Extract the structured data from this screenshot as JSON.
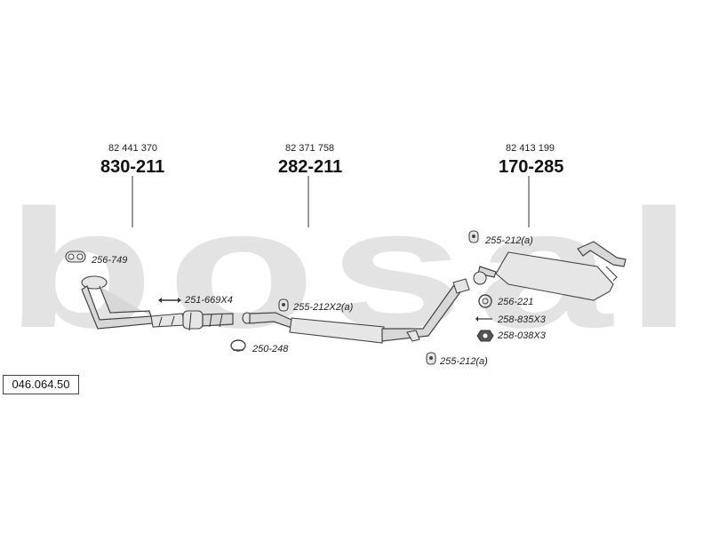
{
  "watermark": {
    "text": "bosal",
    "color": "#e3e3e3"
  },
  "reference": "046.064.50",
  "sections": [
    {
      "code": "82 441 370",
      "part": "830-211"
    },
    {
      "code": "82 371 758",
      "part": "282-211"
    },
    {
      "code": "82 413 199",
      "part": "170-285"
    }
  ],
  "fittings": [
    {
      "label": "256-749",
      "icon": "gasket-icon"
    },
    {
      "label": "251-669X4",
      "icon": "bolt-icon"
    },
    {
      "label": "250-248",
      "icon": "clamp-icon"
    },
    {
      "label": "255-212X2(a)",
      "icon": "rubber-mount-icon"
    },
    {
      "label": "255-212(a)",
      "icon": "rubber-mount-icon"
    },
    {
      "label": "255-212(a)",
      "icon": "rubber-mount-icon"
    },
    {
      "label": "256-221",
      "icon": "gasket-icon"
    },
    {
      "label": "258-835X3",
      "icon": "bolt-icon"
    },
    {
      "label": "258-038X3",
      "icon": "nut-icon"
    }
  ]
}
